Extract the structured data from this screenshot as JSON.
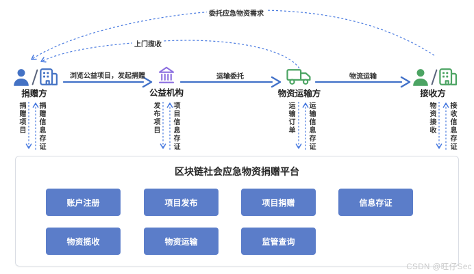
{
  "colors": {
    "donor_blue": "#4472c4",
    "charity_purple": "#8c6fe0",
    "logistics_green": "#4ca463",
    "arrow_blue": "#4070c8",
    "dashed_blue": "#4a7be0",
    "button_blue": "#5b7dc9"
  },
  "diagram": {
    "dashed_flows": [
      {
        "label": "委托应急物资需求"
      },
      {
        "label": "上门揽收"
      }
    ],
    "solid_flows": [
      {
        "label": "浏览公益项目，发起捐赠"
      },
      {
        "label": "运输委托"
      },
      {
        "label": "物流运输"
      }
    ],
    "entities": [
      {
        "label": "捐赠方",
        "icons": [
          "person-icon",
          "building-icon"
        ],
        "down_label": "捐赠项目",
        "up_label": "捐赠信息存证"
      },
      {
        "label": "公益机构",
        "icons": [
          "bank-icon"
        ],
        "down_label": "发布项目",
        "up_label": "项目信息存证"
      },
      {
        "label": "物资运输方",
        "icons": [
          "truck-icon"
        ],
        "down_label": "运输订单",
        "up_label": "运输信息存证"
      },
      {
        "label": "接收方",
        "icons": [
          "person-icon",
          "building-icon"
        ],
        "down_label": "物资接收",
        "up_label": "接收信息存证"
      }
    ]
  },
  "platform": {
    "title": "区块链社会应急物资捐赠平台",
    "buttons": [
      "账户注册",
      "项目发布",
      "项目捐赠",
      "信息存证",
      "物资揽收",
      "物资运输",
      "监管查询"
    ]
  },
  "watermark": "CSDN @旺仔Sec"
}
